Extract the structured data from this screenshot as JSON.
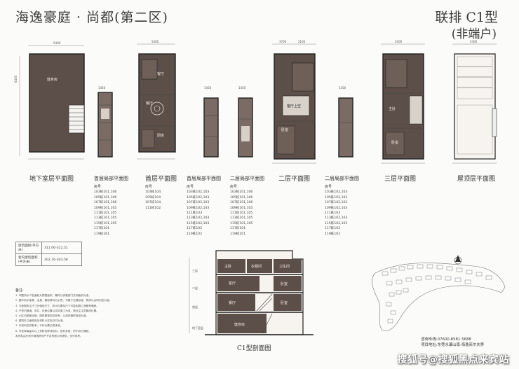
{
  "header": {
    "title": "海逸豪庭 · 尚都(第二区)",
    "type": "联排 C1型",
    "subtype": "(非端户)"
  },
  "plans": {
    "basement": {
      "label": "地下室层平面图",
      "room": "健身房"
    },
    "first_partial": {
      "label": "首层局部平面图"
    },
    "first": {
      "label": "首层平面图",
      "rooms": [
        "客厅",
        "餐厅",
        "厨房"
      ]
    },
    "first_partial2": {
      "label": "首层局部平面图"
    },
    "second_partial": {
      "label": "二层局部平面图"
    },
    "second": {
      "label": "二层平面图",
      "rooms": [
        "客厅上空",
        "卧室"
      ]
    },
    "second_partial2": {
      "label": "二层局部平面图"
    },
    "third": {
      "label": "三层平面图",
      "rooms": [
        "主卧",
        "卧室"
      ]
    },
    "roof": {
      "label": "屋顶层平面图"
    }
  },
  "unit_lists": [
    {
      "head": "房号",
      "items": [
        "103栋101,106",
        "105栋101,106",
        "107栋101,106",
        "109栋101,105",
        "111栋101,105",
        "113栋101,105",
        "115栋101,105",
        "117栋101",
        "119栋101"
      ]
    },
    {
      "head": "房号",
      "items": [
        "103栋104",
        "105栋104",
        "107栋104",
        "111栋102"
      ]
    },
    {
      "head": "房号",
      "items": [
        "103栋102,103",
        "105栋102,103",
        "107栋102,103",
        "109栋102,103",
        "111栋103",
        "113栋102,103",
        "115栋102,103",
        "117栋102",
        "119栋102"
      ]
    },
    {
      "head": "房号",
      "items": [
        "103栋101,106",
        "105栋101,106",
        "107栋101,106",
        "109栋101,105",
        "111栋101,105",
        "113栋101,105",
        "115栋101,105",
        "117栋101",
        "119栋101"
      ]
    },
    {
      "head": "房号",
      "items": [
        "103栋102,103",
        "105栋102,103",
        "107栋102,103",
        "109栋102,103",
        "111栋103",
        "113栋102,103",
        "115栋102,103",
        "117栋102",
        "119栋102"
      ]
    }
  ],
  "area_table": {
    "rows": [
      {
        "k": "建筑面积(平方米)",
        "v": "311.06-312.51"
      },
      {
        "k": "套内建筑面积(平方米)",
        "v": "302.16-303.58"
      }
    ]
  },
  "section": {
    "label": "C1型剖面图",
    "floors": [
      "三层",
      "二层",
      "首层",
      "地下室层"
    ],
    "rooms": [
      "主卧",
      "衣帽间",
      "卫生间",
      "卧室",
      "客厅",
      "餐厅",
      "卧室",
      "健身房"
    ]
  },
  "notes": {
    "title": "备注:",
    "items": [
      "1. 本图所示户型面积为预售面积，最终以房管部门实测面积为准。",
      "2. 图中所示家具、洁具、橱柜等均为示意，不属于交楼标准，具体以合同约定为准。",
      "3. 平面图所注尺寸为轴线尺寸，所示位置及尺寸可能因施工而略有偏差。",
      "4. 户型内管道、风井、设备位置以实际施工为准，请业主注意管线位置。",
      "5. 小区内配套设施、园林景观仅供参考，以政府最终批准为准。",
      "6. 建筑外立面颜色及材料以实际交付为准。",
      "7. 本资料仅供参考，不作为要约或承诺。",
      "8. 开发商保留对以上资料的修改权利，如有变更，恕不另行通知。",
      "本资料由东莞市海逸房地产开发有限公司提供，仅作参考。"
    ]
  },
  "contact": {
    "phone_label": "咨询专线:",
    "phone": "07600-8581 5688",
    "address_label": "项目地址:",
    "address": "东莞水濂山南·海逸高尔夫旁"
  },
  "watermark": "搜狐号@搜狐黑点来宾站",
  "colors": {
    "floor": "#5c4e48",
    "floor_light": "#7a6b64",
    "wall": "#222222"
  }
}
